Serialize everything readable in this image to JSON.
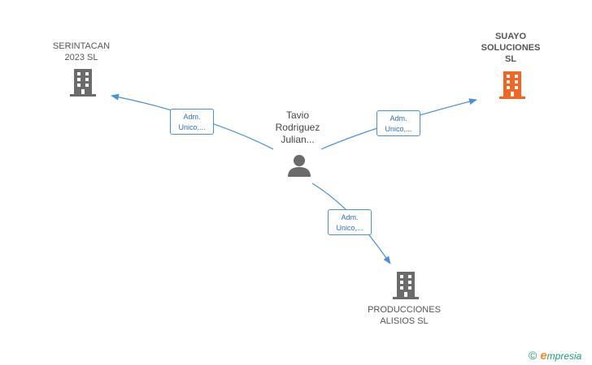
{
  "colors": {
    "edge": "#4a90d9",
    "company_default": "#6b6b6b",
    "company_highlight": "#f26522",
    "person": "#6b6b6b"
  },
  "person": {
    "name": "Tavio\nRodriguez\nJulian..."
  },
  "companies": [
    {
      "id": "serintacan",
      "name": "SERINTACAN\n2023  SL",
      "highlight": false
    },
    {
      "id": "suayo",
      "name": "SUAYO\nSOLUCIONES\nSL",
      "highlight": true
    },
    {
      "id": "producciones",
      "name": "PRODUCCIONES\nALISIOS  SL",
      "highlight": false
    }
  ],
  "edges": [
    {
      "to": "serintacan",
      "role_line1": "Adm.",
      "role_line2": "Unico,..."
    },
    {
      "to": "suayo",
      "role_line1": "Adm.",
      "role_line2": "Unico,..."
    },
    {
      "to": "producciones",
      "role_line1": "Adm.",
      "role_line2": "Unico,..."
    }
  ],
  "footer": {
    "copyright": "©",
    "brand_initial": "e",
    "brand_rest": "mpresia"
  }
}
